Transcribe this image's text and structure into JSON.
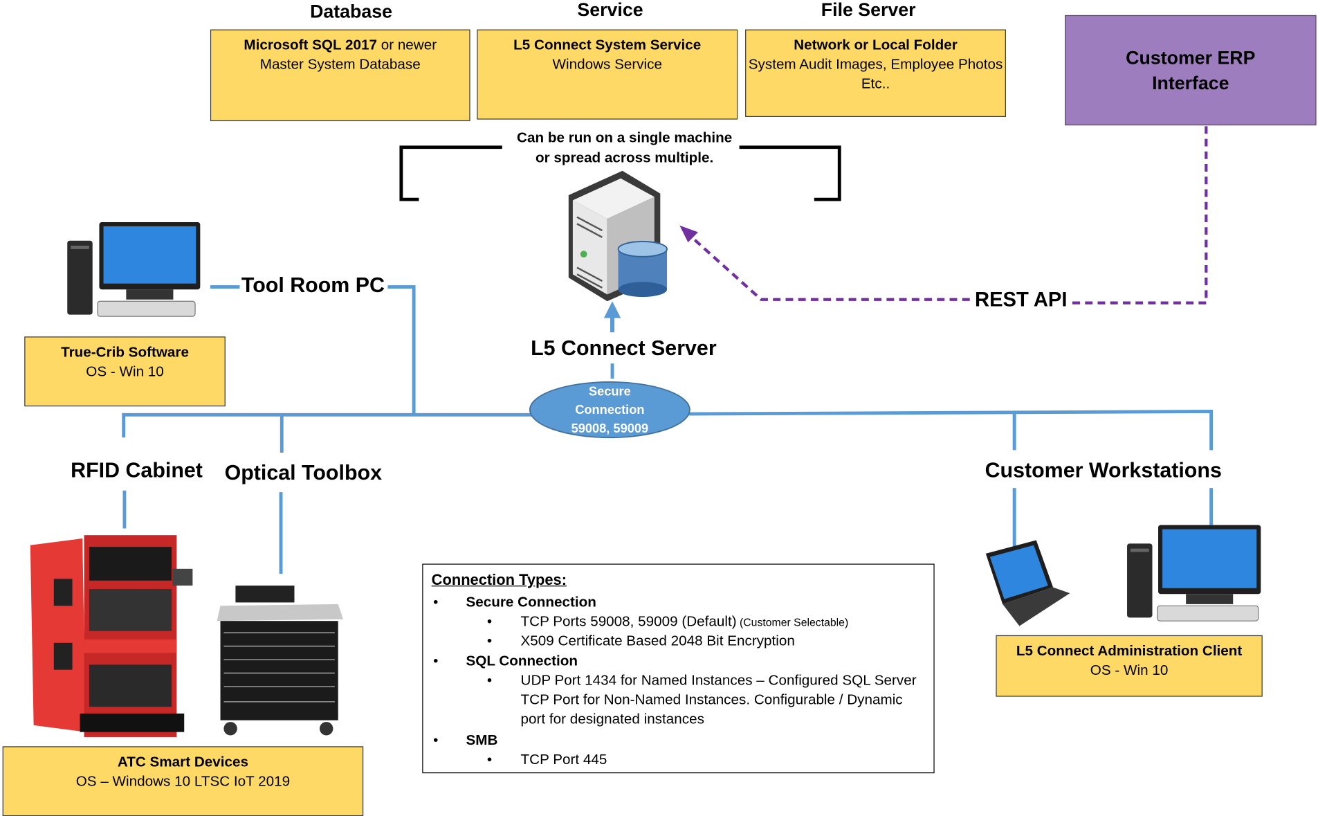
{
  "headings": {
    "database": "Database",
    "service": "Service",
    "file_server": "File Server"
  },
  "boxes": {
    "database": {
      "line1_bold": "Microsoft SQL 2017",
      "line1_rest": " or newer",
      "line2": "Master System Database"
    },
    "service": {
      "line1": "L5 Connect System Service",
      "line2": "Windows Service"
    },
    "file_server": {
      "line1": "Network or Local Folder",
      "line2": "System Audit Images, Employee Photos Etc.."
    },
    "erp": {
      "line1": "Customer ERP",
      "line2": "Interface"
    },
    "true_crib": {
      "line1": "True-Crib Software",
      "line2": "OS - Win 10"
    },
    "atc": {
      "line1": "ATC Smart Devices",
      "line2": "OS – Windows 10 LTSC IoT 2019"
    },
    "admin_client": {
      "line1": "L5 Connect Administration Client",
      "line2": "OS - Win 10"
    }
  },
  "note": {
    "line1": "Can be run on a single machine",
    "line2": "or spread across multiple."
  },
  "labels": {
    "tool_room_pc": "Tool Room PC",
    "server": "L5 Connect Server",
    "rest_api": "REST API",
    "rfid_cabinet": "RFID Cabinet",
    "optical_toolbox": "Optical Toolbox",
    "customer_workstations": "Customer Workstations"
  },
  "secure_connection": {
    "line1": "Secure",
    "line2": "Connection",
    "line3": "59008, 59009"
  },
  "legend": {
    "title": "Connection Types:",
    "bullet": "•",
    "sections": [
      {
        "heading": "Secure Connection",
        "items": [
          "TCP Ports 59008, 59009 (Default)",
          "X509 Certificate Based 2048 Bit Encryption"
        ],
        "item_suffix": " (Customer Selectable)"
      },
      {
        "heading": "SQL Connection",
        "items": [
          "UDP Port 1434 for Named Instances – Configured SQL Server TCP Port for Non-Named Instances.  Configurable / Dynamic port for designated instances"
        ]
      },
      {
        "heading": "SMB",
        "items": [
          "TCP Port 445"
        ]
      }
    ]
  },
  "colors": {
    "box_yellow": "#ffd966",
    "erp_purple": "#9e7dbf",
    "wire_blue": "#5b9bd5",
    "api_purple": "#7030a0",
    "ellipse_blue": "#5b9bd5"
  },
  "icons": [
    "desktop-pc-icon",
    "server-icon",
    "database-cylinder-icon",
    "rfid-cabinet-icon",
    "optical-toolbox-icon",
    "laptop-icon"
  ]
}
